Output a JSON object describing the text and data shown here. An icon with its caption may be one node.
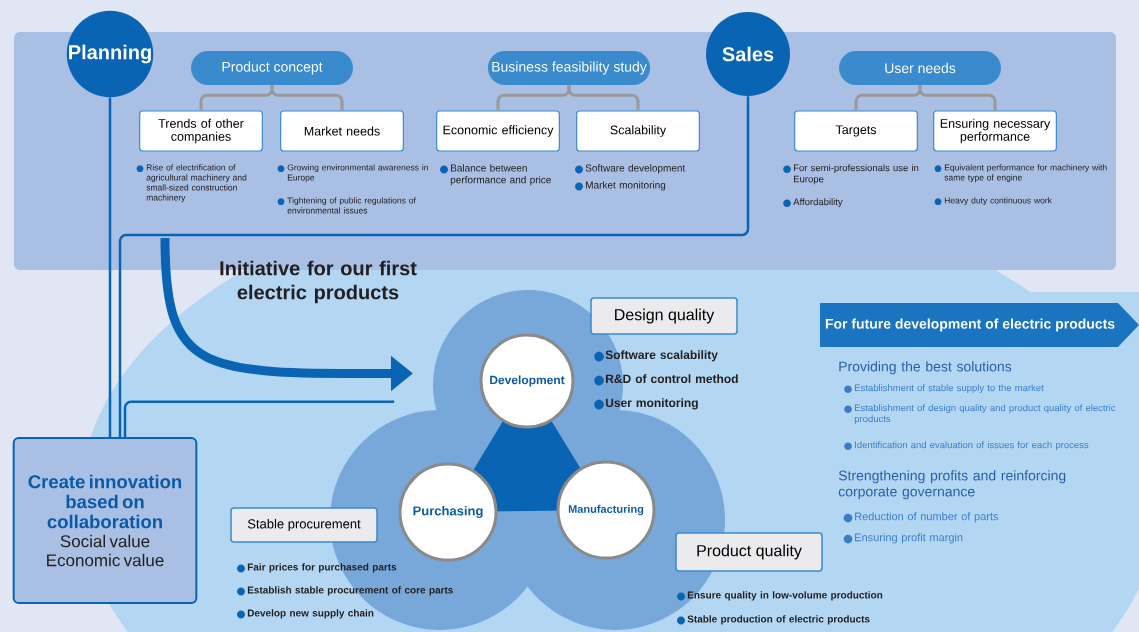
{
  "diagram": {
    "nodes": [
      {
        "text": [
          "Planning"
        ]
      },
      {
        "text": [
          "Product concept"
        ]
      },
      {
        "text": [
          "Trends of other companies"
        ],
        "beside": [
          "Rise of electrification of agricultural machinery and small-sized construction machinery"
        ]
      },
      {
        "text": [
          "Market needs"
        ],
        "beside": [
          "Growing environmental awareness in Europe",
          "Tightening of public regulations of environmental issues"
        ]
      },
      {
        "text": [
          "Business feasibility study"
        ]
      },
      {
        "text": [
          "Economic efficiency"
        ],
        "beside": [
          "Balance between performance and price"
        ]
      },
      {
        "text": [
          "Scalability"
        ],
        "beside": [
          "Software development",
          "Market monitoring"
        ]
      },
      {
        "text": [
          "Sales"
        ]
      },
      {
        "text": [
          "User needs"
        ]
      },
      {
        "text": [
          "Targets"
        ],
        "beside": [
          "For semi-professionals use in Europe",
          "Affordability"
        ]
      },
      {
        "text": [
          "Ensuring necessary performance"
        ],
        "beside": [
          "Equivalent performance for machinery with same type of engine",
          "Heavy duty continuous work"
        ]
      },
      {
        "text": [
          "Create innovation based on collaboration",
          "Social value",
          "Economic value"
        ]
      },
      {
        "text": [],
        "shape": "cloud"
      },
      {
        "text": [
          "Development"
        ],
        "in": 12
      },
      {
        "text": [
          "Purchasing"
        ],
        "in": 12
      },
      {
        "text": [
          "Manufacturing"
        ],
        "in": 12
      },
      {
        "text": [
          "Design quality"
        ],
        "beside": [
          "Software scalability",
          "R&D of control method",
          "User monitoring"
        ]
      },
      {
        "text": [
          "Stable procurement"
        ]
      },
      {
        "text": [
          "Product quality"
        ],
        "beside": [
          "Ensure quality in low-volume production",
          "Stable production of electric products"
        ]
      },
      {
        "text": [
          "For future development of electric products"
        ]
      }
    ],
    "edges": [
      {
        "from": 1,
        "to": 2,
        "arrow": "none",
        "color": "#999999"
      },
      {
        "from": 1,
        "to": 3,
        "arrow": "none",
        "color": "#999999"
      },
      {
        "from": 4,
        "to": 5,
        "arrow": "none",
        "color": "#999999"
      },
      {
        "from": 4,
        "to": 6,
        "arrow": "none",
        "color": "#999999"
      },
      {
        "from": 8,
        "to": 9,
        "arrow": "none",
        "color": "#999999"
      },
      {
        "from": 8,
        "to": 10,
        "arrow": "none",
        "color": "#999999"
      },
      {
        "from": 0,
        "to": 11,
        "arrow": "none",
        "color": "#0a64b4"
      },
      {
        "from": 7,
        "to": 11,
        "arrow": "none",
        "color": "#0a64b4"
      },
      {
        "from": 12,
        "to": 11,
        "arrow": "none",
        "color": "#0a64b4"
      },
      {
        "from": null,
        "to": 12,
        "arrow": "to",
        "style": "thick",
        "color": "#0a64b4"
      }
    ],
    "labels": [
      "Initiative for our first electric products",
      "Providing the best solutions",
      "Establishment of stable supply to the market",
      "Establishment of design quality and product quality of electric products",
      "Identification and evaluation of issues for each process",
      "Strengthening profits and reinforcing corporate governance",
      "Reduction of number of parts",
      "Ensuring profit margin",
      "Fair prices for purchased parts",
      "Establish stable procurement of core parts",
      "Develop new supply chain"
    ]
  }
}
